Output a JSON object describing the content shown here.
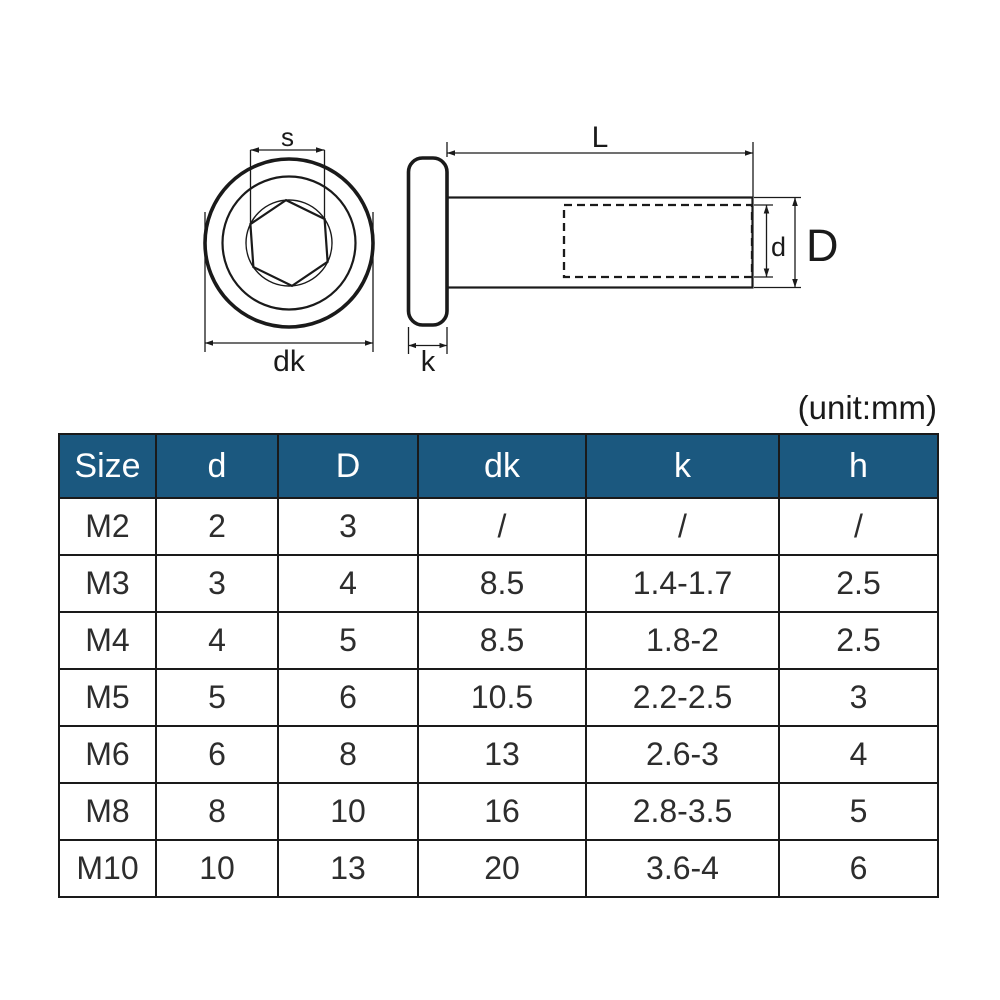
{
  "drawing": {
    "labels": {
      "s": "s",
      "dk": "dk",
      "L": "L",
      "k": "k",
      "d": "d",
      "D": "D"
    }
  },
  "unit_note": "(unit:mm)",
  "table": {
    "headers": [
      "Size",
      "d",
      "D",
      "dk",
      "k",
      "h"
    ],
    "rows": [
      [
        "M2",
        "2",
        "3",
        "/",
        "/",
        "/"
      ],
      [
        "M3",
        "3",
        "4",
        "8.5",
        "1.4-1.7",
        "2.5"
      ],
      [
        "M4",
        "4",
        "5",
        "8.5",
        "1.8-2",
        "2.5"
      ],
      [
        "M5",
        "5",
        "6",
        "10.5",
        "2.2-2.5",
        "3"
      ],
      [
        "M6",
        "6",
        "8",
        "13",
        "2.6-3",
        "4"
      ],
      [
        "M8",
        "8",
        "10",
        "16",
        "2.8-3.5",
        "5"
      ],
      [
        "M10",
        "10",
        "13",
        "20",
        "3.6-4",
        "6"
      ]
    ]
  },
  "colors": {
    "header_bg": "#1b587f",
    "header_text": "#ffffff",
    "line": "#1a1a1a",
    "body_text": "#2d2d2d"
  }
}
